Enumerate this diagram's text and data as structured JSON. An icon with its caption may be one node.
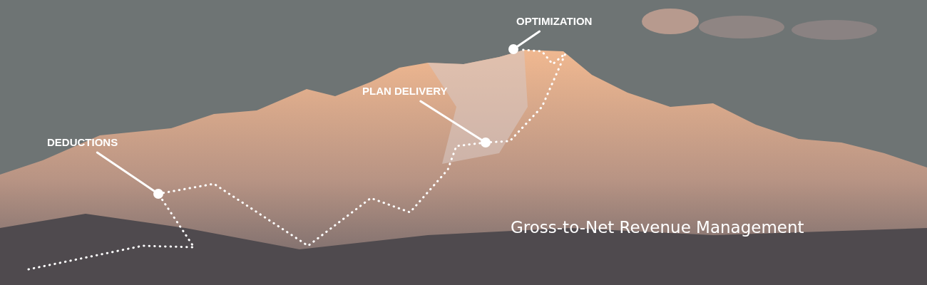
{
  "diagram": {
    "nodes": [
      {
        "text": [
          "DEDUCTIONS"
        ]
      },
      {
        "text": [],
        "shape": "circle"
      },
      {
        "text": [
          "PLAN DELIVERY"
        ]
      },
      {
        "text": [],
        "shape": "circle"
      },
      {
        "text": [
          "OPTIMIZATION"
        ]
      },
      {
        "text": [],
        "shape": "circle"
      }
    ],
    "edges": [
      {
        "from": 0,
        "to": 1,
        "arrow": "none"
      },
      {
        "from": 2,
        "to": 3,
        "arrow": "none"
      },
      {
        "from": 4,
        "to": 5,
        "arrow": "none"
      },
      {
        "from": null,
        "to": 1,
        "arrow": "none",
        "style": "dashed"
      },
      {
        "from": 1,
        "to": 3,
        "arrow": "none",
        "style": "dashed"
      },
      {
        "from": 3,
        "to": 5,
        "arrow": "none",
        "style": "dashed"
      }
    ],
    "labels": [
      "Gross-to-Net Revenue Management"
    ]
  }
}
